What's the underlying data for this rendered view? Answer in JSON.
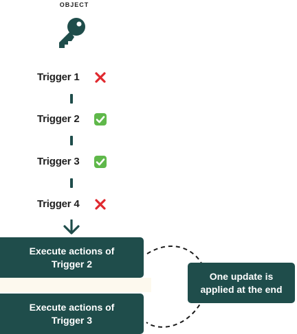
{
  "header": {
    "label": "OBJECT",
    "icon": "key-icon"
  },
  "triggers": [
    {
      "label": "Trigger 1",
      "status": "fail",
      "status_icon": "red-cross-icon"
    },
    {
      "label": "Trigger 2",
      "status": "pass",
      "status_icon": "green-check-icon"
    },
    {
      "label": "Trigger 3",
      "status": "pass",
      "status_icon": "green-check-icon"
    },
    {
      "label": "Trigger 4",
      "status": "fail",
      "status_icon": "red-cross-icon"
    }
  ],
  "actions": [
    {
      "label": "Execute actions of\nTrigger 2"
    },
    {
      "label": "Execute actions of\nTrigger 3"
    }
  ],
  "note": {
    "label": "One update is\napplied at the end"
  },
  "colors": {
    "primary": "#1f4d4b",
    "cross": "#e0282e",
    "check": "#5fb84a",
    "band": "#fdf9ee"
  }
}
